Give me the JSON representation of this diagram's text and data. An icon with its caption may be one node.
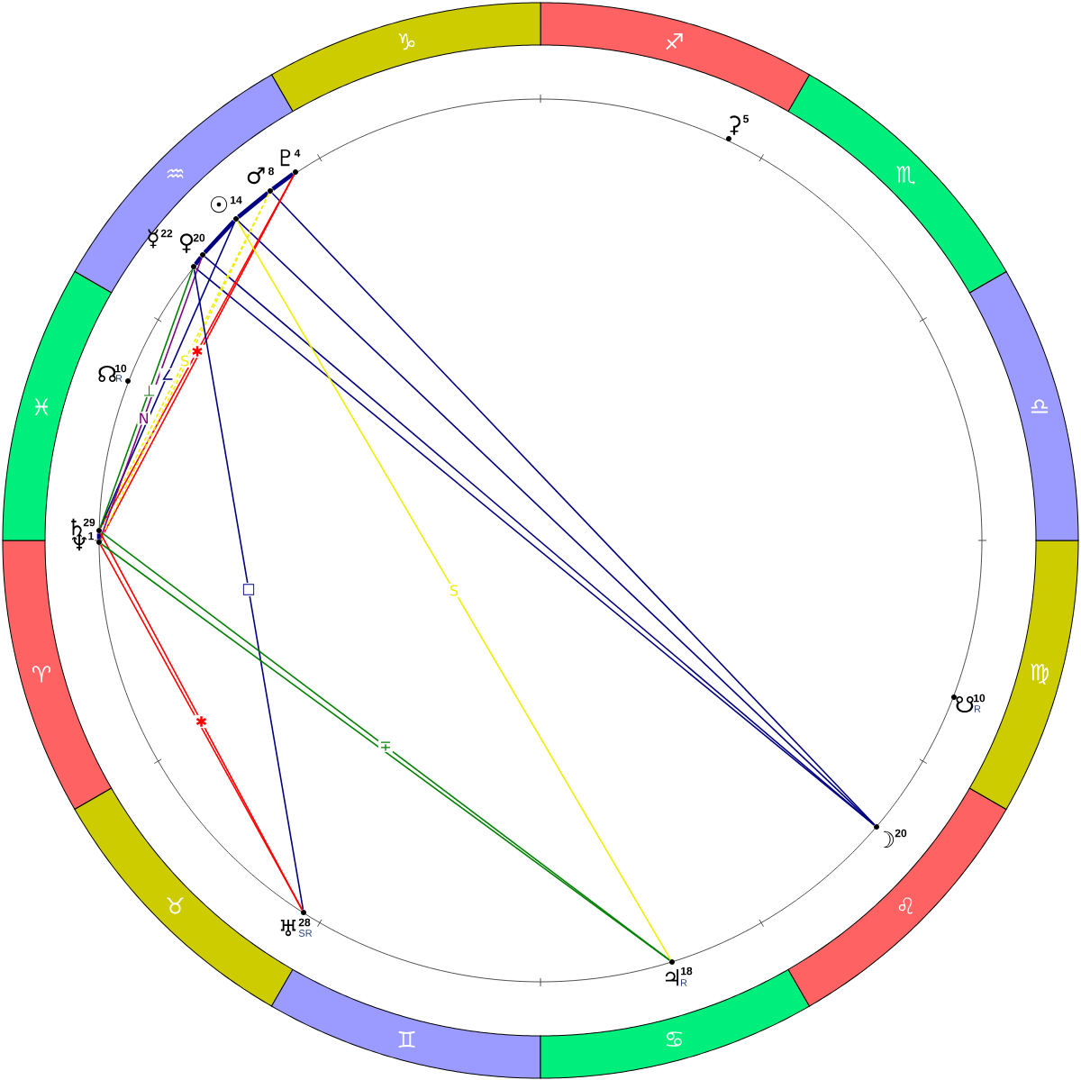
{
  "diagram": {
    "nodes": [
      {
        "text": [
          "♈"
        ]
      },
      {
        "text": [
          "♉"
        ]
      },
      {
        "text": [
          "♊"
        ]
      },
      {
        "text": [
          "♋"
        ]
      },
      {
        "text": [
          "♌"
        ]
      },
      {
        "text": [
          "♍"
        ]
      },
      {
        "text": [
          "♎"
        ]
      },
      {
        "text": [
          "♏"
        ]
      },
      {
        "text": [
          "♐"
        ]
      },
      {
        "text": [
          "♑"
        ]
      },
      {
        "text": [
          "♒"
        ]
      },
      {
        "text": [
          "♓"
        ]
      },
      {
        "text": [
          "⚳",
          "5"
        ]
      },
      {
        "text": [
          "♇",
          "4"
        ]
      },
      {
        "text": [
          "♂",
          "8"
        ]
      },
      {
        "text": [
          "☉",
          "14"
        ]
      },
      {
        "text": [
          "☿",
          "22"
        ]
      },
      {
        "text": [
          "♀",
          "20"
        ]
      },
      {
        "text": [
          "☊",
          "10",
          "R"
        ]
      },
      {
        "text": [
          "♄",
          "29"
        ]
      },
      {
        "text": [
          "♆",
          "1"
        ]
      },
      {
        "text": [
          "☋",
          "10",
          "R"
        ]
      },
      {
        "text": [
          "☽",
          "20"
        ]
      },
      {
        "text": [
          "♅",
          "28",
          "SR"
        ]
      },
      {
        "text": [
          "♃",
          "18",
          "R"
        ]
      }
    ],
    "edges": [
      {
        "from": 13,
        "to": 14,
        "arrow": "none",
        "style": "thick"
      },
      {
        "from": 14,
        "to": 15,
        "arrow": "none",
        "style": "thick"
      },
      {
        "from": 15,
        "to": 17,
        "arrow": "none",
        "style": "thick"
      },
      {
        "from": 17,
        "to": 16,
        "arrow": "none",
        "style": "thick"
      },
      {
        "from": 19,
        "to": 20,
        "arrow": "none",
        "style": "thick"
      },
      {
        "from": 14,
        "to": 22,
        "arrow": "none"
      },
      {
        "from": 15,
        "to": 22,
        "arrow": "none"
      },
      {
        "from": 17,
        "to": 22,
        "arrow": "none"
      },
      {
        "from": 16,
        "to": 22,
        "arrow": "none"
      },
      {
        "from": 13,
        "to": 19,
        "arrow": "none",
        "color": "#ff0000",
        "label": "✱"
      },
      {
        "from": 13,
        "to": 20,
        "arrow": "none",
        "color": "#ff0000"
      },
      {
        "from": 14,
        "to": 19,
        "arrow": "none",
        "style": "dashed",
        "color": "#eeee00",
        "label": "S"
      },
      {
        "from": 14,
        "to": 20,
        "arrow": "none",
        "style": "dashed",
        "color": "#eeee00"
      },
      {
        "from": 15,
        "to": 19,
        "arrow": "none",
        "label": "∠"
      },
      {
        "from": 17,
        "to": 20,
        "arrow": "none",
        "color": "#800080",
        "label": "N"
      },
      {
        "from": 16,
        "to": 19,
        "arrow": "none",
        "color": "#008000",
        "label": "⊥"
      },
      {
        "from": 16,
        "to": 23,
        "arrow": "none",
        "label": "□"
      },
      {
        "from": 19,
        "to": 23,
        "arrow": "none",
        "color": "#ff0000",
        "label": "✱"
      },
      {
        "from": 20,
        "to": 23,
        "arrow": "none",
        "color": "#ff0000"
      },
      {
        "from": 19,
        "to": 24,
        "arrow": "none",
        "color": "#008000",
        "label": "∓"
      },
      {
        "from": 20,
        "to": 24,
        "arrow": "none",
        "color": "#008000"
      },
      {
        "from": 15,
        "to": 24,
        "arrow": "none",
        "color": "#eeee00",
        "label": "S"
      }
    ]
  }
}
